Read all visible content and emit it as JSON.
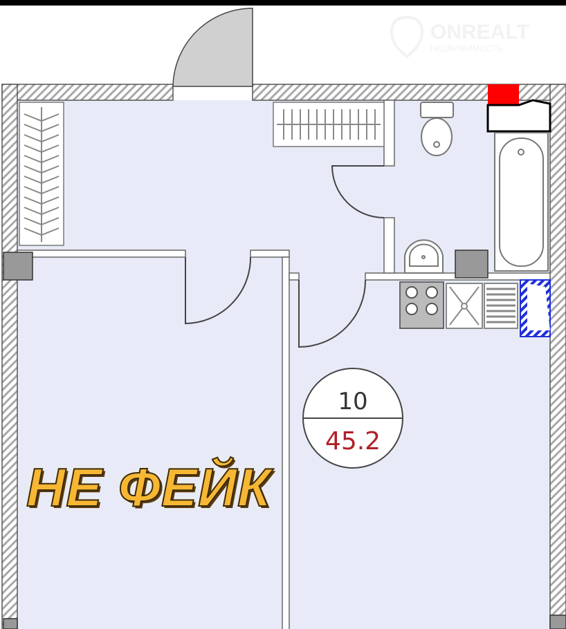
{
  "watermark": {
    "logo_text": "ONREALT",
    "logo_subtext": "НЕДВИЖИМОСТЬ"
  },
  "apartment": {
    "number": "10",
    "area": "45.2"
  },
  "overlay_text": "НЕ ФЕЙК",
  "colors": {
    "floor": "#e8ebf7",
    "wall_hatch": "#9a9a9a",
    "red_marker": "#ff0000",
    "fridge_blue": "#1f2fd6",
    "area_text": "#b0202a",
    "stamp_fill": "#f7b733"
  }
}
